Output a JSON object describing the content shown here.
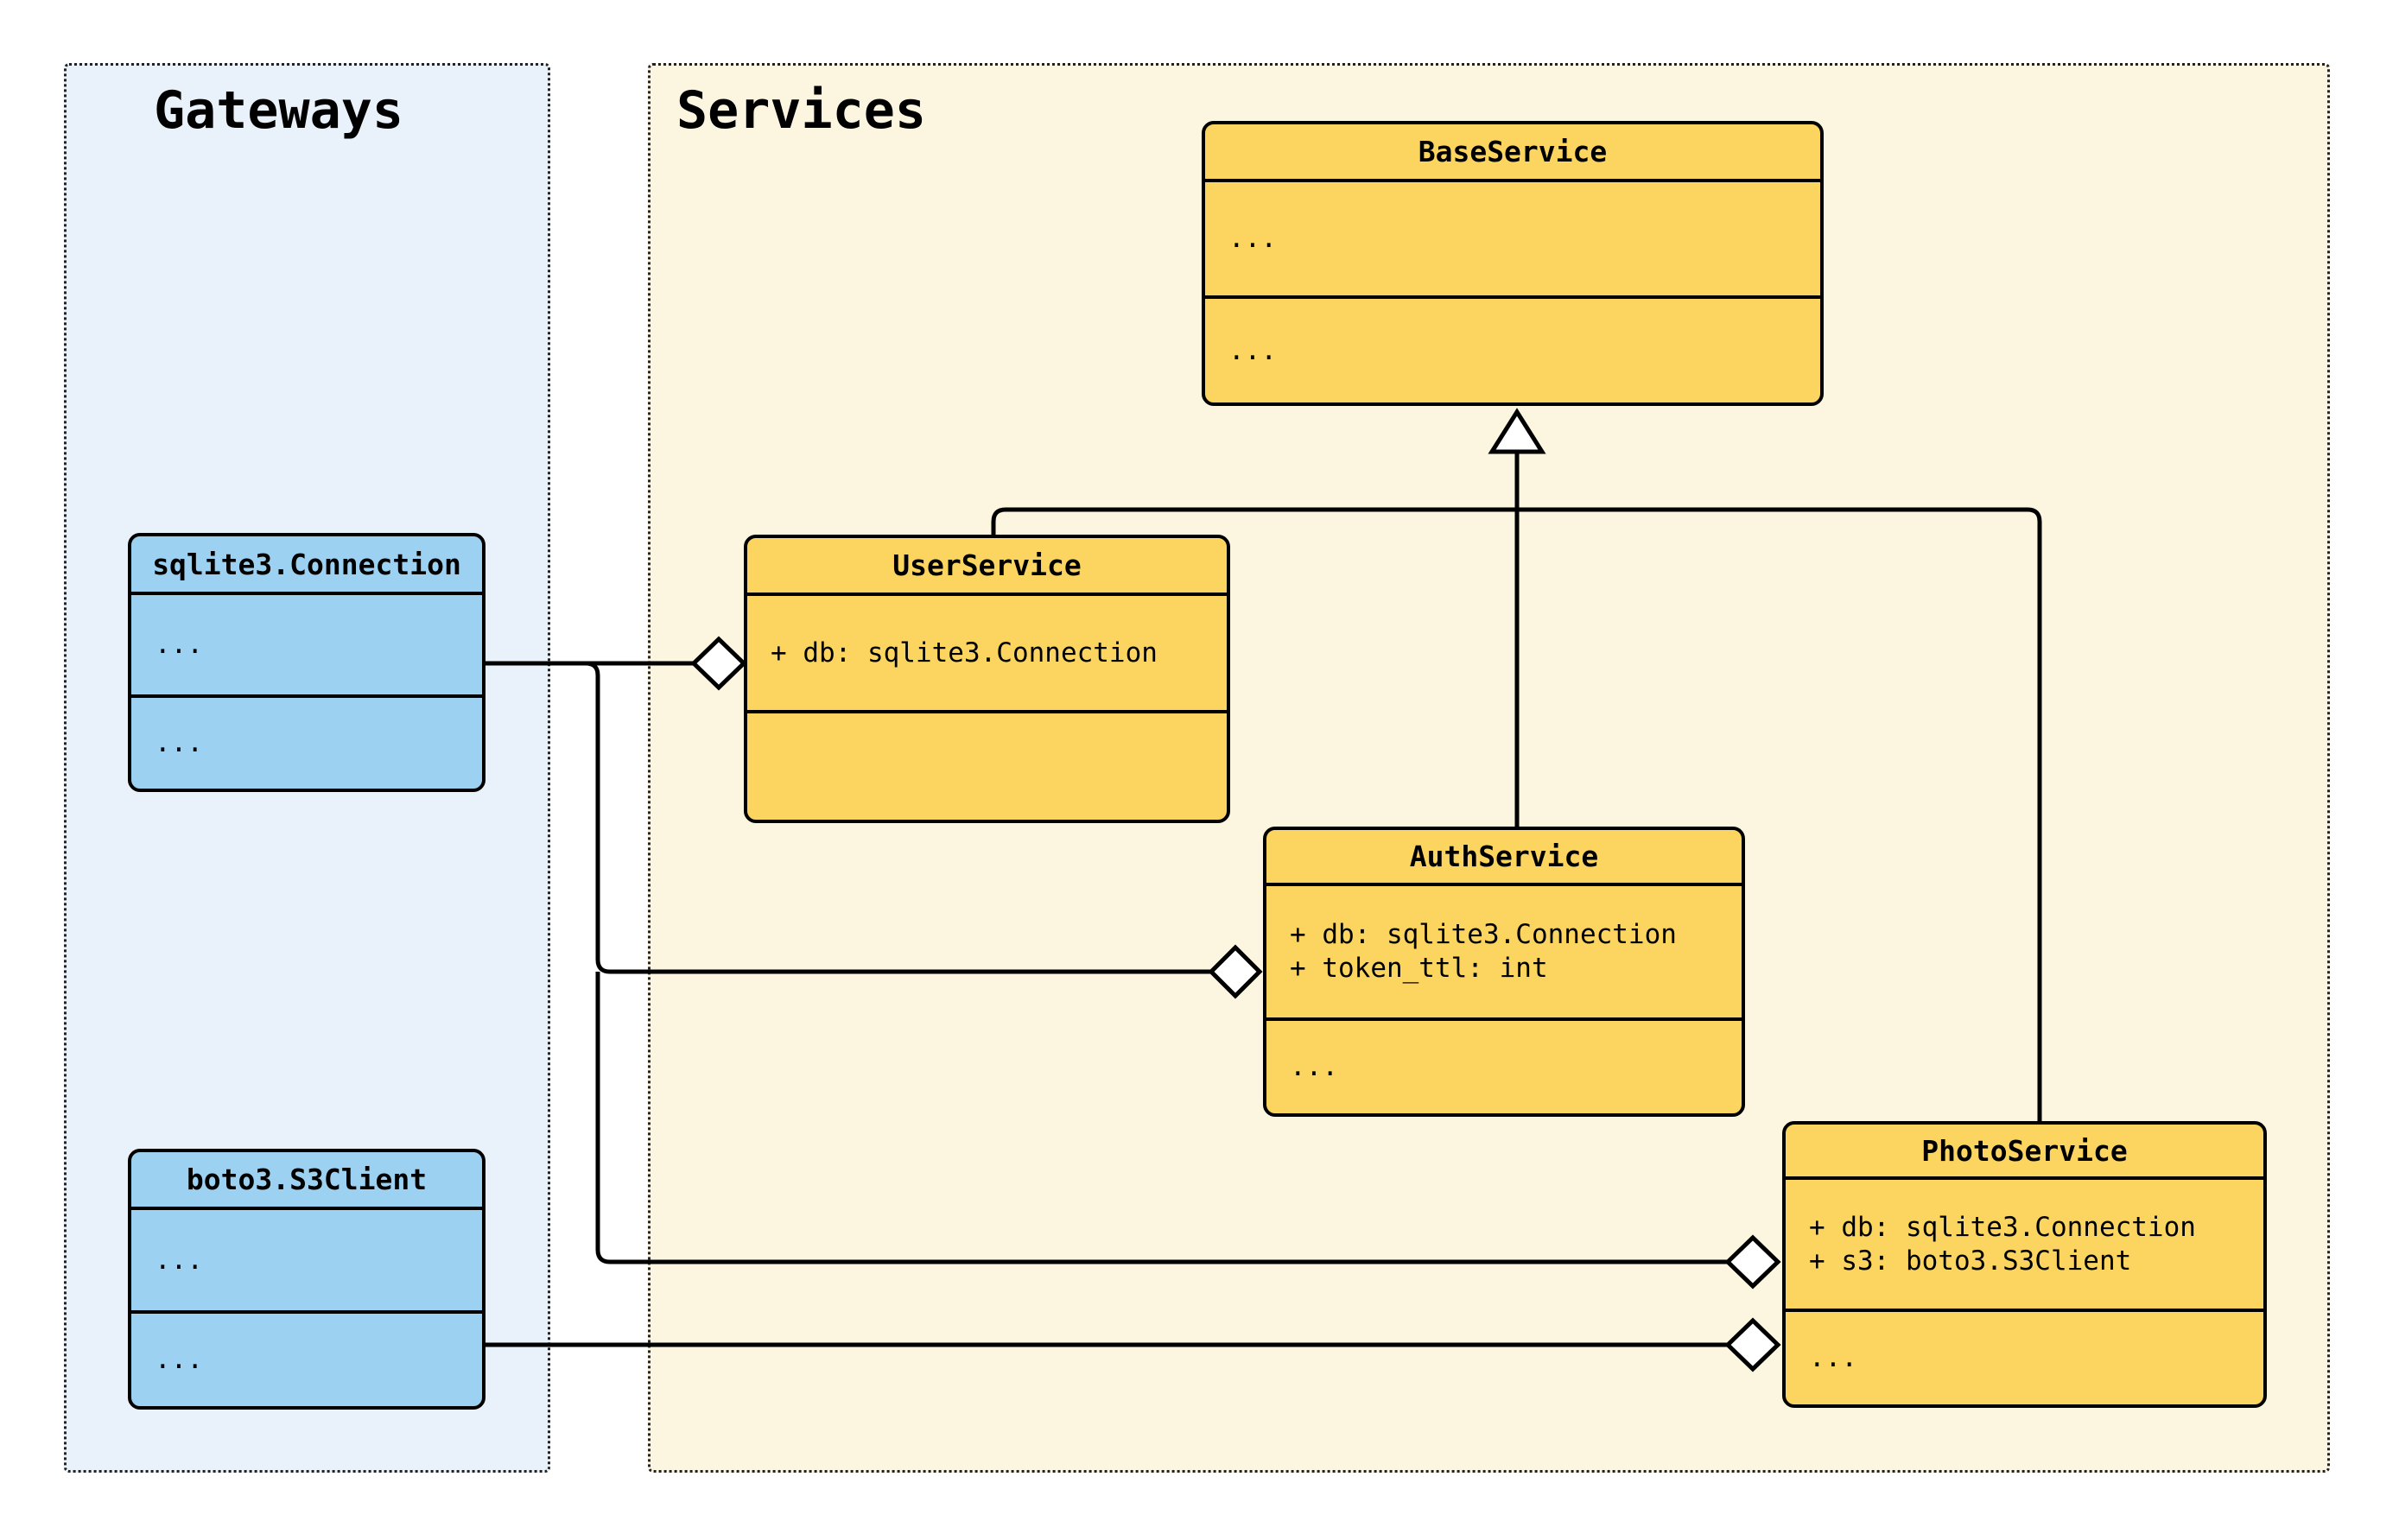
{
  "diagram": {
    "kind": "uml-class-diagram",
    "containers": {
      "gateways": {
        "title": "Gateways",
        "bg_color": "#E9F1FA"
      },
      "services": {
        "title": "Services",
        "bg_color": "#FCF5E0"
      }
    },
    "colors": {
      "service_class_fill": "#FBD560",
      "gateway_class_fill": "#9DD1F1",
      "line_color": "#000000",
      "page_bg": "#FFFFFF"
    }
  },
  "classes": [
    {
      "id": "base",
      "title": "BaseService",
      "attributes": [
        "..."
      ],
      "methods": [
        "..."
      ]
    },
    {
      "id": "user",
      "title": "UserService",
      "attributes": [
        "+ db: sqlite3.Connection"
      ],
      "methods": []
    },
    {
      "id": "auth",
      "title": "AuthService",
      "attributes": [
        "+ db: sqlite3.Connection",
        "+ token_ttl: int"
      ],
      "methods": [
        "..."
      ]
    },
    {
      "id": "photo",
      "title": "PhotoService",
      "attributes": [
        "+ db: sqlite3.Connection",
        "+ s3: boto3.S3Client"
      ],
      "methods": [
        "..."
      ]
    },
    {
      "id": "sqlite",
      "title": "sqlite3.Connection",
      "attributes": [
        "..."
      ],
      "methods": [
        "..."
      ]
    },
    {
      "id": "boto",
      "title": "boto3.S3Client",
      "attributes": [
        "..."
      ],
      "methods": [
        "..."
      ]
    }
  ],
  "relationships": [
    {
      "type": "inheritance",
      "from": "UserService",
      "to": "BaseService"
    },
    {
      "type": "inheritance",
      "from": "AuthService",
      "to": "BaseService"
    },
    {
      "type": "inheritance",
      "from": "PhotoService",
      "to": "BaseService"
    },
    {
      "type": "aggregation",
      "from": "sqlite3.Connection",
      "to": "UserService"
    },
    {
      "type": "aggregation",
      "from": "sqlite3.Connection",
      "to": "AuthService"
    },
    {
      "type": "aggregation",
      "from": "sqlite3.Connection",
      "to": "PhotoService"
    },
    {
      "type": "aggregation",
      "from": "boto3.S3Client",
      "to": "PhotoService"
    }
  ]
}
